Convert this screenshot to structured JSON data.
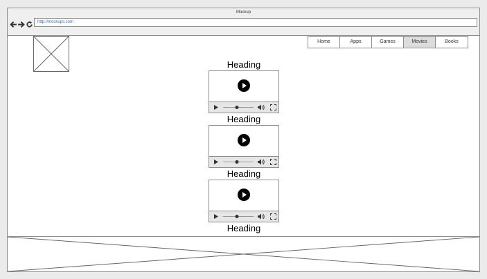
{
  "window": {
    "title": "Mockup"
  },
  "toolbar": {
    "url": "http://mockups.com",
    "icons": [
      "back-arrow-icon",
      "forward-arrow-icon",
      "reload-icon"
    ]
  },
  "nav": {
    "items": [
      {
        "label": "Home",
        "active": false
      },
      {
        "label": "Apps",
        "active": false
      },
      {
        "label": "Games",
        "active": false
      },
      {
        "label": "Movies",
        "active": true
      },
      {
        "label": "Books",
        "active": false
      }
    ]
  },
  "content": {
    "headings": [
      "Heading",
      "Heading",
      "Heading",
      "Heading"
    ],
    "video_icons": [
      "play-icon",
      "volume-icon",
      "fullscreen-icon"
    ]
  },
  "colors": {
    "border": "#8c8c8c",
    "chrome": "#efefef",
    "url_text": "#3a6fb5",
    "active_tab": "#dcdcdc"
  }
}
